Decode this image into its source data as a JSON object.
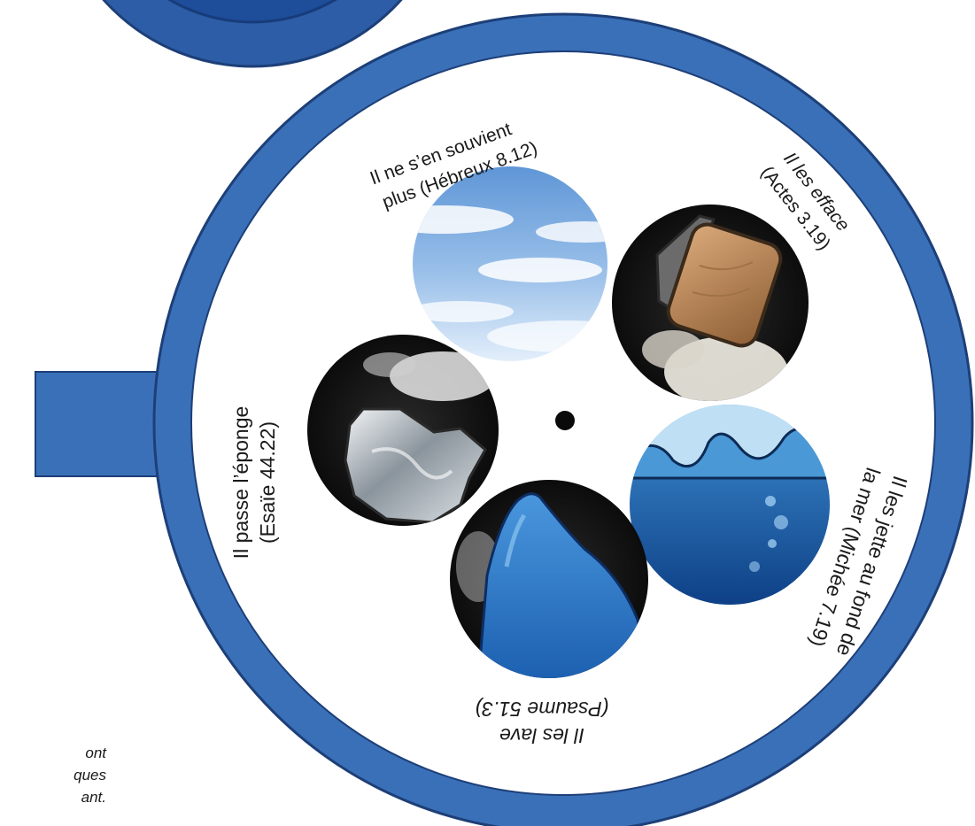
{
  "colors": {
    "ring": "#3a70b8",
    "ring_edge": "#1d3f78",
    "top_disc_outer": "#2d5da6",
    "top_disc_inner": "#1e4d9a",
    "disc_face": "#ffffff",
    "center_hole": "#0a0a0a"
  },
  "wheel": {
    "labels": {
      "hebreux": [
        "Il ne s’en souvient",
        "plus (Hébreux 8.12)"
      ],
      "actes": [
        "Il les efface",
        "(Actes 3.19)"
      ],
      "michee": [
        "Il les jette au fond de",
        "la mer (Michée 7.19)"
      ],
      "psaume": [
        "Il les lave",
        "(Psaume 51.3)"
      ],
      "esaie": [
        "Il passe l’éponge",
        "(Esaïe 44.22)"
      ]
    },
    "images": [
      {
        "name": "sky-clouds-image",
        "icon": "sky-with-clouds"
      },
      {
        "name": "brush-erasing-image",
        "icon": "scrub-brush"
      },
      {
        "name": "ocean-waves-image",
        "icon": "sea-waves-with-bubbles"
      },
      {
        "name": "water-wash-image",
        "icon": "washing-water"
      },
      {
        "name": "sponge-image",
        "icon": "sponge"
      }
    ]
  },
  "side_note": {
    "lines": [
      "ont",
      "ques",
      "ant."
    ]
  }
}
